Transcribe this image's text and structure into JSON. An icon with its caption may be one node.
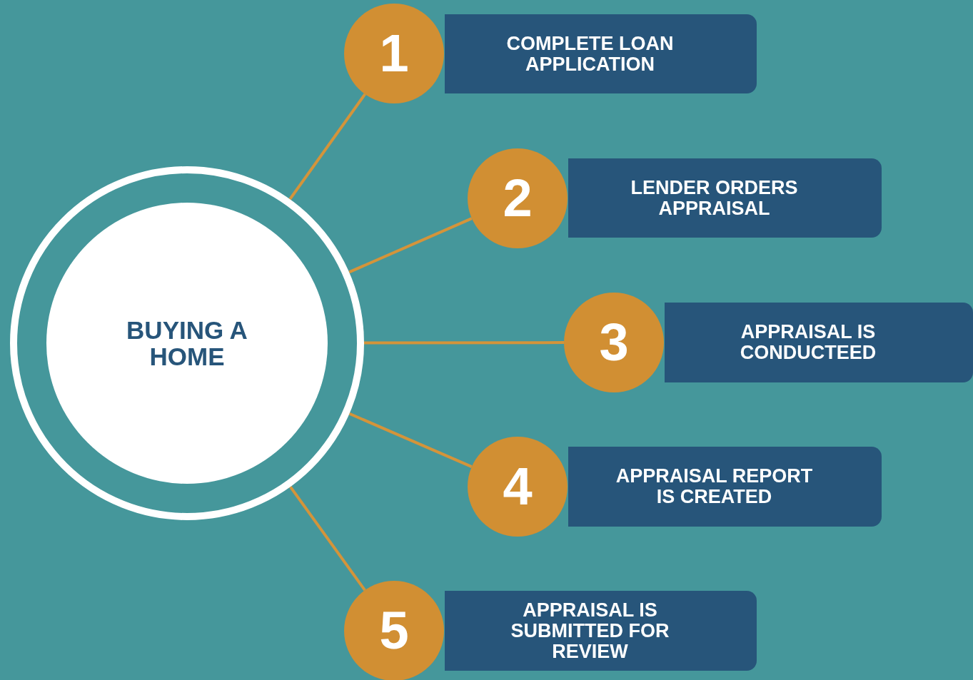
{
  "diagram": {
    "nodes": [
      {
        "text": [
          "BUYING A HOME"
        ]
      },
      {
        "text": [
          "1"
        ]
      },
      {
        "text": [
          "COMPLETE LOAN APPLICATION"
        ]
      },
      {
        "text": [
          "2"
        ]
      },
      {
        "text": [
          "LENDER ORDERS APPRAISAL"
        ]
      },
      {
        "text": [
          "3"
        ]
      },
      {
        "text": [
          "APPRAISAL IS CONDUCTEED"
        ]
      },
      {
        "text": [
          "4"
        ]
      },
      {
        "text": [
          "APPRAISAL REPORT IS CREATED"
        ]
      },
      {
        "text": [
          "5"
        ]
      },
      {
        "text": [
          "APPRAISAL IS SUBMITTED FOR REVIEW"
        ]
      }
    ],
    "edges": [
      {
        "from": 0,
        "to": 1,
        "arrow": "none"
      },
      {
        "from": 0,
        "to": 3,
        "arrow": "none"
      },
      {
        "from": 0,
        "to": 5,
        "arrow": "none"
      },
      {
        "from": 0,
        "to": 7,
        "arrow": "none"
      },
      {
        "from": 0,
        "to": 9,
        "arrow": "none"
      }
    ]
  }
}
